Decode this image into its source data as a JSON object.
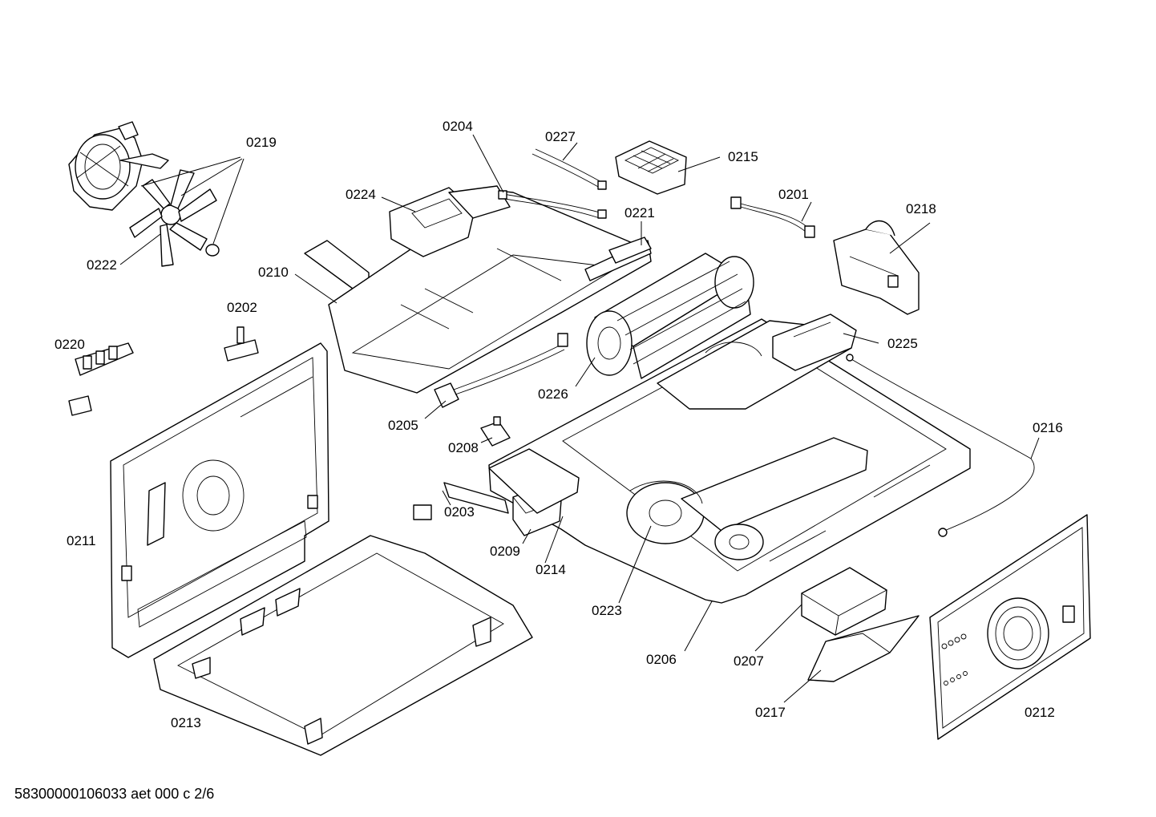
{
  "document_code": "58300000106033 aet 000 c 2/6",
  "part_labels": [
    {
      "id": "0201",
      "text": "0201"
    },
    {
      "id": "0202",
      "text": "0202"
    },
    {
      "id": "0203",
      "text": "0203"
    },
    {
      "id": "0204",
      "text": "0204"
    },
    {
      "id": "0205",
      "text": "0205"
    },
    {
      "id": "0206",
      "text": "0206"
    },
    {
      "id": "0207",
      "text": "0207"
    },
    {
      "id": "0208",
      "text": "0208"
    },
    {
      "id": "0209",
      "text": "0209"
    },
    {
      "id": "0210",
      "text": "0210"
    },
    {
      "id": "0211",
      "text": "0211"
    },
    {
      "id": "0212",
      "text": "0212"
    },
    {
      "id": "0213",
      "text": "0213"
    },
    {
      "id": "0214",
      "text": "0214"
    },
    {
      "id": "0215",
      "text": "0215"
    },
    {
      "id": "0216",
      "text": "0216"
    },
    {
      "id": "0217",
      "text": "0217"
    },
    {
      "id": "0218",
      "text": "0218"
    },
    {
      "id": "0219",
      "text": "0219"
    },
    {
      "id": "0220",
      "text": "0220"
    },
    {
      "id": "0221",
      "text": "0221"
    },
    {
      "id": "0222",
      "text": "0222"
    },
    {
      "id": "0223",
      "text": "0223"
    },
    {
      "id": "0224",
      "text": "0224"
    },
    {
      "id": "0225",
      "text": "0225"
    },
    {
      "id": "0226",
      "text": "0226"
    },
    {
      "id": "0227",
      "text": "0227"
    }
  ]
}
